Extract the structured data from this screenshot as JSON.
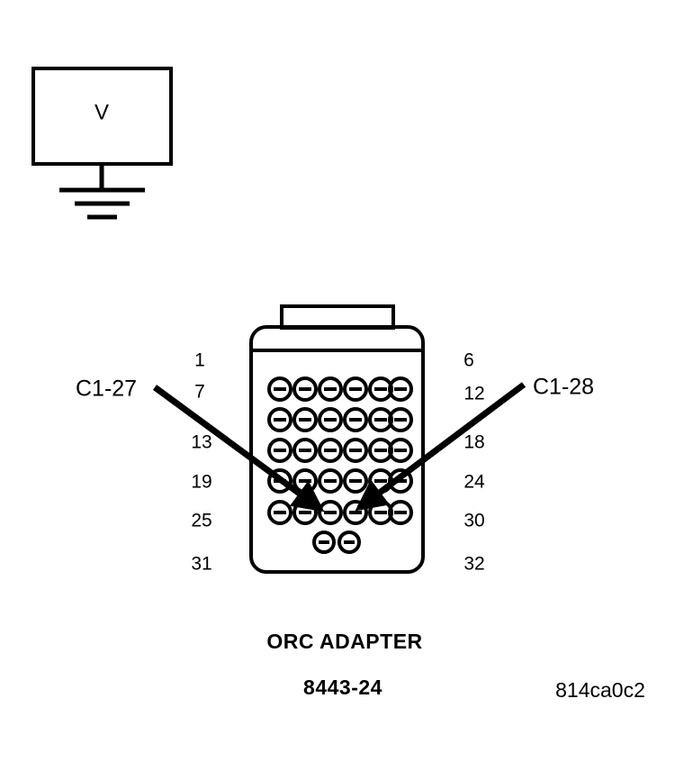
{
  "diagram": {
    "type": "automotive-wiring-test-diagram",
    "meter": {
      "symbol_letter": "V",
      "name": "voltmeter",
      "has_ground": true
    },
    "connector": {
      "caption_line1": "ORC ADAPTER",
      "caption_line2": "8443-24",
      "rows": 6,
      "pins_per_row": [
        6,
        6,
        6,
        6,
        6,
        2
      ],
      "pin_symbol": "dash-in-circle"
    },
    "pin_numbers": {
      "left_column": [
        "1",
        "7",
        "13",
        "19",
        "25",
        "31"
      ],
      "right_column": [
        "6",
        "12",
        "18",
        "24",
        "30",
        "32"
      ]
    },
    "wires": [
      {
        "label": "C1-27",
        "side": "left",
        "target_pin_row": 5,
        "target_pin_index": 3
      },
      {
        "label": "C1-28",
        "side": "right",
        "target_pin_row": 5,
        "target_pin_index": 4
      }
    ],
    "reference_code": "814ca0c2",
    "colors": {
      "line": "#000000",
      "background": "#ffffff"
    }
  }
}
